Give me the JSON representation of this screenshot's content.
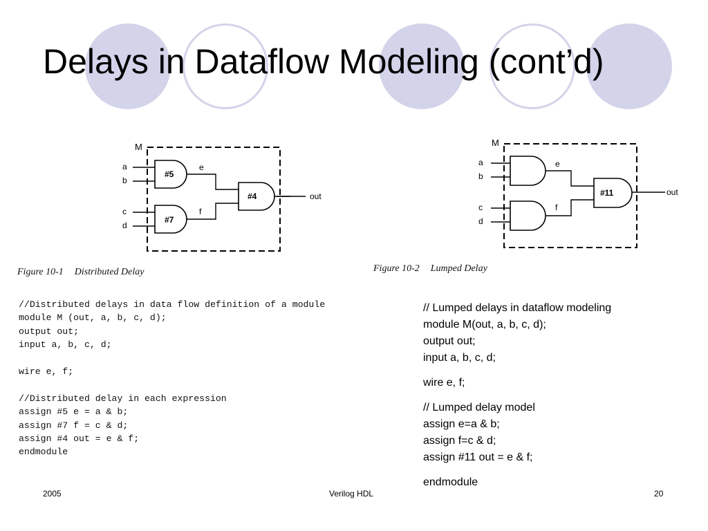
{
  "slide": {
    "title": "Delays in Dataflow Modeling (cont’d)",
    "footer": {
      "left": "2005",
      "center": "Verilog HDL",
      "right": "20"
    }
  },
  "figure1": {
    "module_label": "M",
    "inputs": [
      "a",
      "b",
      "c",
      "d"
    ],
    "wires": [
      "e",
      "f"
    ],
    "output": "out",
    "gates": [
      "#5",
      "#7",
      "#4"
    ],
    "caption_number": "Figure 10-1",
    "caption_title": "Distributed Delay"
  },
  "figure2": {
    "module_label": "M",
    "inputs": [
      "a",
      "b",
      "c",
      "d"
    ],
    "wires": [
      "e",
      "f"
    ],
    "output": "out",
    "gates": [
      "#11"
    ],
    "caption_number": "Figure 10-2",
    "caption_title": "Lumped Delay"
  },
  "code_left": {
    "lines": [
      "//Distributed delays in data flow definition of a module",
      "module M (out, a, b, c, d);",
      "output out;",
      "input a, b, c, d;",
      "",
      "wire e, f;",
      "",
      "//Distributed delay in each expression",
      "assign #5 e = a & b;",
      "assign #7 f = c & d;",
      "assign #4 out = e & f;",
      "endmodule"
    ]
  },
  "code_right": {
    "paragraphs": [
      {
        "lines": [
          "// Lumped delays in dataflow modeling",
          "module M(out, a, b, c, d);",
          "output out;",
          "input a, b, c, d;"
        ]
      },
      {
        "lines": [
          "wire e, f;"
        ]
      },
      {
        "lines": [
          "// Lumped delay model",
          "assign e=a & b;",
          "assign f=c & d;",
          "assign #11 out = e & f;"
        ]
      },
      {
        "lines": [
          "endmodule"
        ]
      }
    ]
  },
  "colors": {
    "accent_circle": "#d3d3ea"
  }
}
